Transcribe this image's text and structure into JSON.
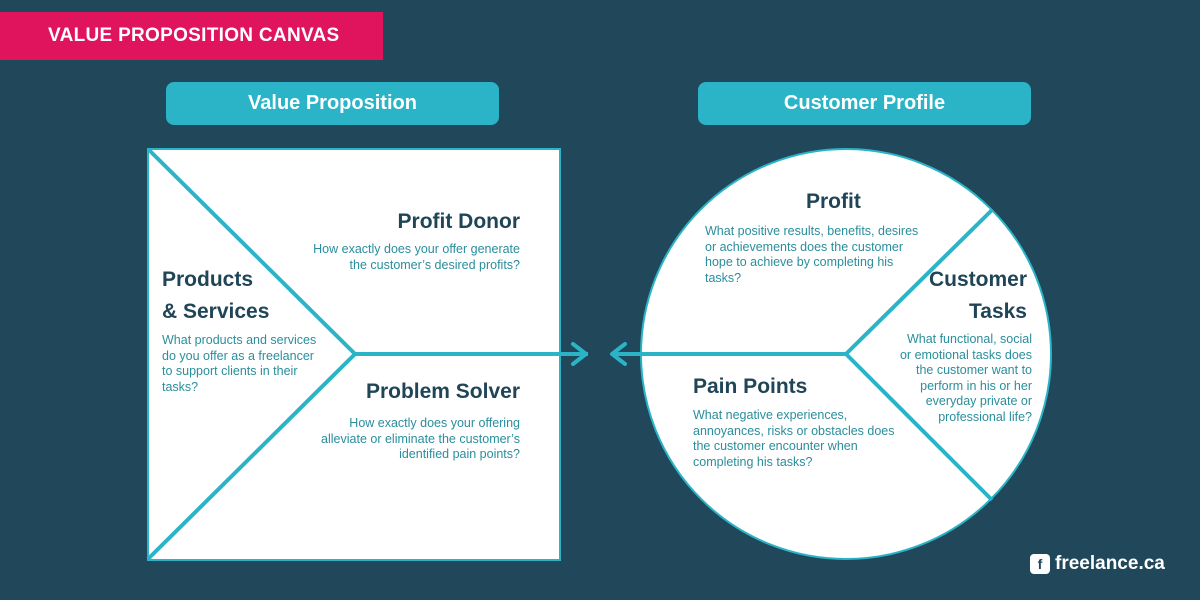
{
  "banner": "VALUE PROPOSITION CANVAS",
  "headers": {
    "left": "Value Proposition",
    "right": "Customer Profile"
  },
  "value_proposition": {
    "products": {
      "title1": "Products",
      "title2": "& Services",
      "desc": "What products and services do you offer as a freelancer to support clients in their tasks?"
    },
    "profit_donor": {
      "title": "Profit Donor",
      "desc": "How exactly does your offer generate the customer’s desired profits?"
    },
    "problem_solver": {
      "title": "Problem Solver",
      "desc": "How exactly does your offering alleviate or eliminate the customer’s identified pain points?"
    }
  },
  "customer_profile": {
    "profit": {
      "title": "Profit",
      "desc": "What positive results, benefits, desires or achievements does the customer hope to achieve by completing his tasks?"
    },
    "tasks": {
      "title1": "Customer",
      "title2": "Tasks",
      "desc": "What functional, social or emotional tasks does the customer want to perform in his or her everyday private or professional life?"
    },
    "pain": {
      "title": "Pain Points",
      "desc": "What negative experiences, annoyances, risks or obstacles does the customer encounter when completing his tasks?"
    }
  },
  "logo": {
    "icon": "f-icon",
    "text": "freelance.ca"
  },
  "colors": {
    "background": "#20485a",
    "accent": "#2bb4c7",
    "banner": "#e0145c"
  }
}
